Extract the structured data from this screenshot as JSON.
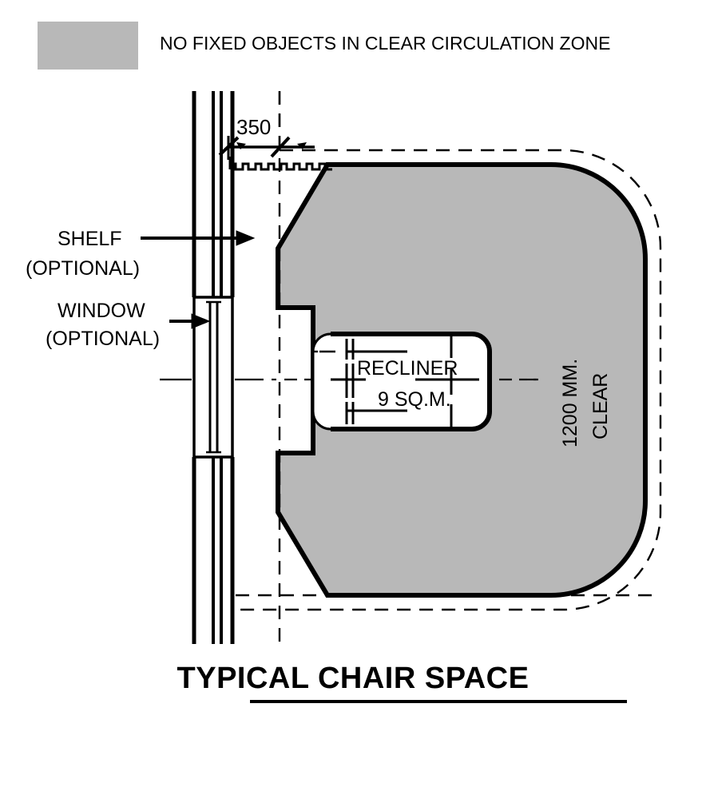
{
  "legend": {
    "swatch_color": "#b8b8b8",
    "text": "NO FIXED OBJECTS IN CLEAR CIRCULATION ZONE"
  },
  "annotations": {
    "shelf_line1": "SHELF",
    "shelf_line2": "(OPTIONAL)",
    "window_line1": "WINDOW",
    "window_line2": "(OPTIONAL)",
    "dimension_350": "350",
    "recliner_label": "RECLINER",
    "recliner_area": "9 SQ.M.",
    "clear_line1": "1200 MM.",
    "clear_line2": "CLEAR"
  },
  "title": "TYPICAL CHAIR SPACE",
  "chart_data": {
    "type": "diagram",
    "title": "TYPICAL CHAIR SPACE",
    "units": "mm",
    "stroke_color": "#000000",
    "fill_color": "#b8b8b8",
    "background": "#ffffff",
    "elements": [
      {
        "name": "clear-circulation-zone",
        "kind": "filled-polygon",
        "fill": "#b8b8b8",
        "note": "hatched grey area indicating clear circulation zone around recliner"
      },
      {
        "name": "recliner",
        "kind": "rounded-rect",
        "label": "RECLINER",
        "sublabel": "9 SQ.M."
      },
      {
        "name": "wall-assembly",
        "kind": "multi-line-wall"
      },
      {
        "name": "window",
        "kind": "wall-opening",
        "label": "WINDOW (OPTIONAL)"
      },
      {
        "name": "shelf",
        "kind": "wall-mounted",
        "label": "SHELF (OPTIONAL)"
      },
      {
        "name": "dimension-350",
        "kind": "linear-dimension",
        "value": 350,
        "unit": "mm"
      },
      {
        "name": "dimension-1200-clear",
        "kind": "linear-dimension",
        "value": 1200,
        "unit": "mm",
        "text": "1200 MM. CLEAR"
      }
    ]
  }
}
